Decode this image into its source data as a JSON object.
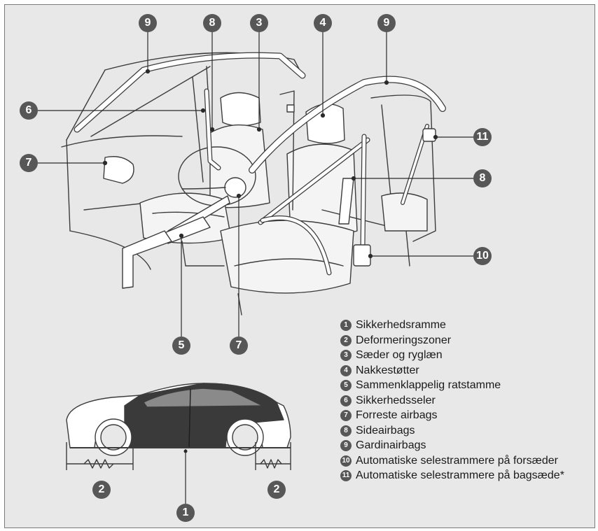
{
  "callouts": {
    "n1": "1",
    "n2": "2",
    "n3": "3",
    "n4": "4",
    "n5": "5",
    "n6": "6",
    "n7": "7",
    "n8": "8",
    "n9": "9",
    "n10": "10",
    "n11": "11"
  },
  "legend": [
    {
      "num": "1",
      "label": "Sikkerhedsramme"
    },
    {
      "num": "2",
      "label": "Deformeringszoner"
    },
    {
      "num": "3",
      "label": "Sæder og ryglæn"
    },
    {
      "num": "4",
      "label": "Nakkestøtter"
    },
    {
      "num": "5",
      "label": "Sammenklappelig ratstamme"
    },
    {
      "num": "6",
      "label": "Sikkerhedsseler"
    },
    {
      "num": "7",
      "label": "Forreste airbags"
    },
    {
      "num": "8",
      "label": "Sideairbags"
    },
    {
      "num": "9",
      "label": "Gardinairbags"
    },
    {
      "num": "10",
      "label": "Automatiske selestrammere på forsæder"
    },
    {
      "num": "11",
      "label": "Automatiske selestrammere på bagsæde*"
    }
  ],
  "colors": {
    "panel": "#e8e8e8",
    "badge": "#575757",
    "line": "#3c3c3c",
    "car_body": "#3a3a3a"
  }
}
